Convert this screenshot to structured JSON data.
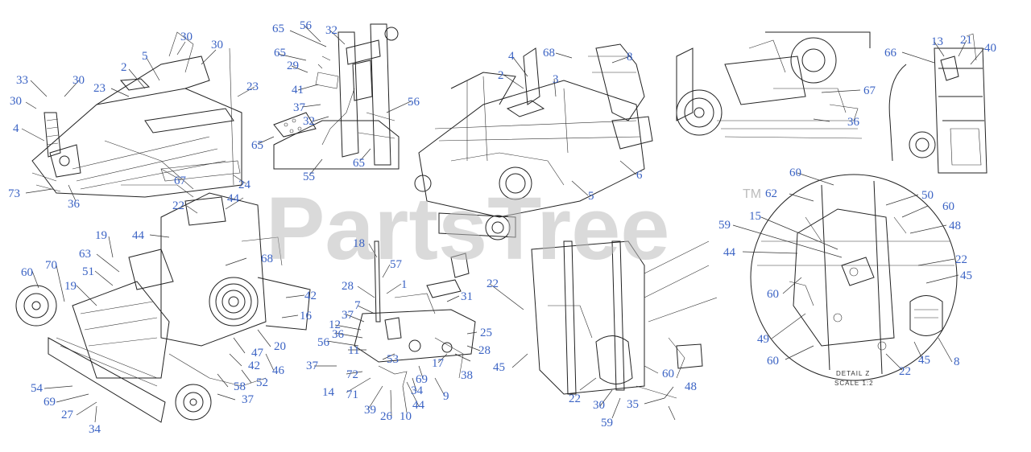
{
  "watermark": {
    "brand": "PartsTree",
    "trademark": "TM"
  },
  "detail_label": {
    "line1": "DETAIL Z",
    "line2": "SCALE 1:2"
  },
  "callouts": [
    "30",
    "30",
    "5",
    "2",
    "33",
    "30",
    "23",
    "30",
    "23",
    "4",
    "73",
    "36",
    "67",
    "24",
    "65",
    "56",
    "32",
    "65",
    "29",
    "41",
    "37",
    "32",
    "65",
    "55",
    "56",
    "65",
    "68",
    "8",
    "4",
    "2",
    "3",
    "6",
    "5",
    "67",
    "36",
    "13",
    "21",
    "40",
    "66",
    "60",
    "62",
    "50",
    "60",
    "48",
    "15",
    "59",
    "44",
    "22",
    "45",
    "60",
    "49",
    "60",
    "22",
    "45",
    "8",
    "22",
    "44",
    "19",
    "44",
    "68",
    "60",
    "63",
    "70",
    "51",
    "19",
    "42",
    "16",
    "47",
    "20",
    "42",
    "46",
    "58",
    "52",
    "37",
    "54",
    "69",
    "27",
    "34",
    "18",
    "57",
    "28",
    "1",
    "7",
    "37",
    "31",
    "12",
    "36",
    "25",
    "56",
    "11",
    "53",
    "28",
    "37",
    "72",
    "17",
    "38",
    "14",
    "71",
    "34",
    "69",
    "9",
    "39",
    "26",
    "10",
    "44",
    "22",
    "45",
    "22",
    "30",
    "59",
    "35",
    "60",
    "48"
  ]
}
